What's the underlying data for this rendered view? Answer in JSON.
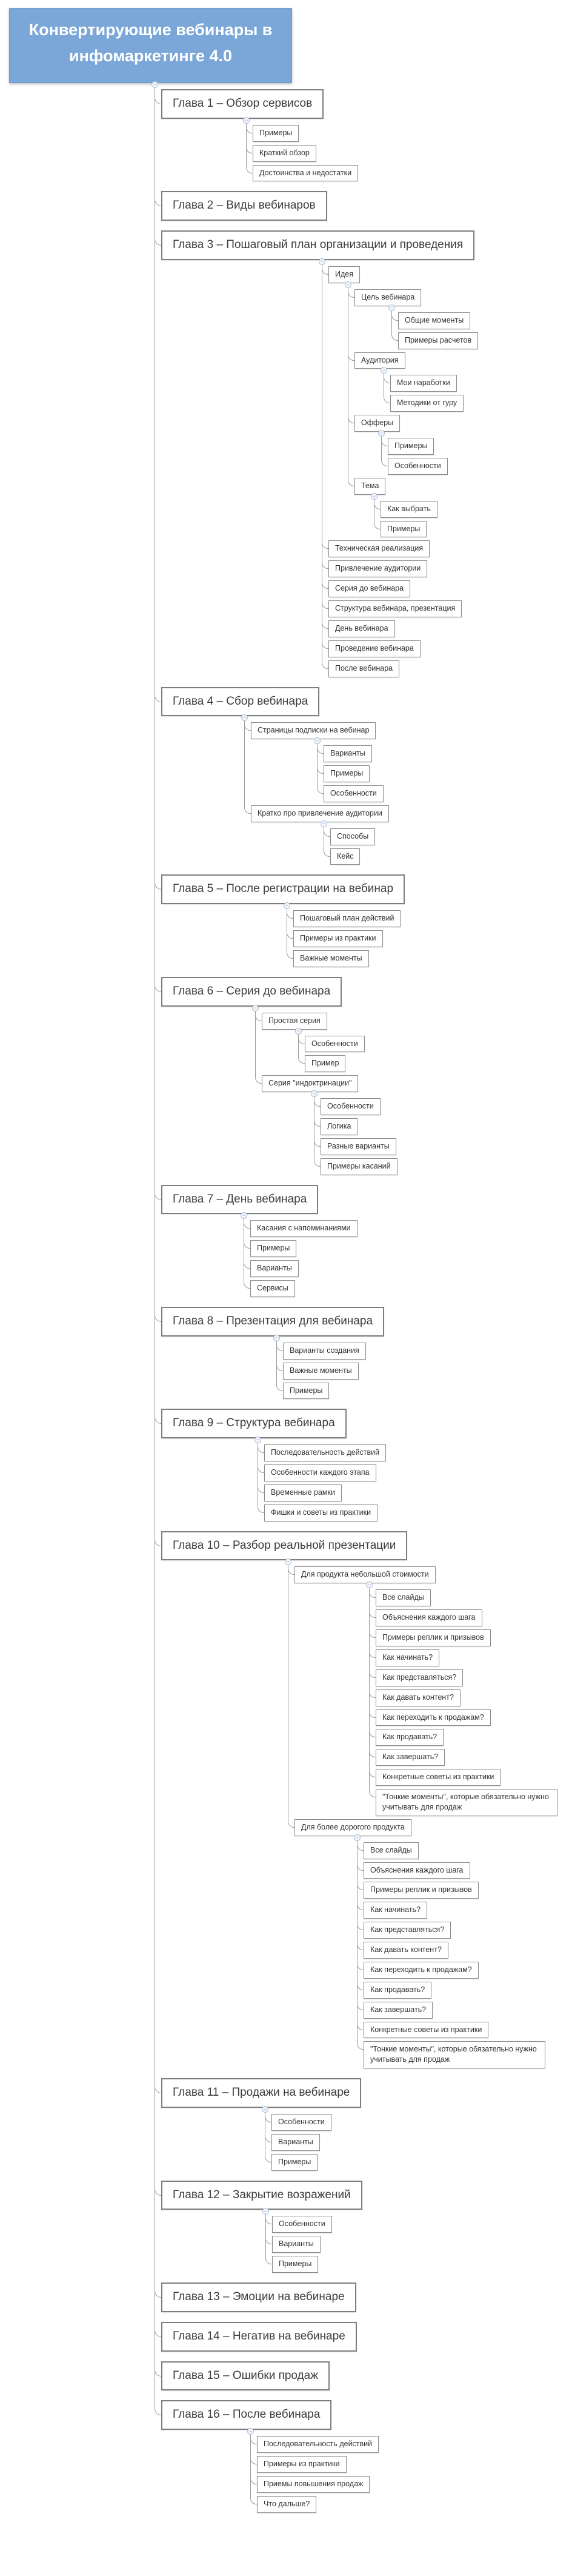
{
  "icons": {
    "minus_glyph": "−"
  },
  "colors": {
    "root_bg": "#7aa6d8",
    "root_text": "#ffffff",
    "box_border": "#858585",
    "connector": "#9b9b9b",
    "canvas_bg": "#ffffff"
  },
  "tree": {
    "label": "Конвертирующие вебинары в инфомаркетинге 4.0",
    "children": [
      {
        "label": "Глава 1 – Обзор сервисов",
        "children": [
          {
            "label": "Примеры"
          },
          {
            "label": "Краткий обзор"
          },
          {
            "label": "Достоинства и недостатки"
          }
        ]
      },
      {
        "label": "Глава 2 – Виды вебинаров"
      },
      {
        "label": "Глава 3 – Пошаговый план организации и проведения",
        "children": [
          {
            "label": "Идея",
            "children": [
              {
                "label": "Цель вебинара",
                "children": [
                  {
                    "label": "Общие моменты"
                  },
                  {
                    "label": "Примеры расчетов"
                  }
                ]
              },
              {
                "label": "Аудитория",
                "children": [
                  {
                    "label": "Мои наработки"
                  },
                  {
                    "label": "Методики от гуру"
                  }
                ]
              },
              {
                "label": "Офферы",
                "children": [
                  {
                    "label": "Примеры"
                  },
                  {
                    "label": "Особенности"
                  }
                ]
              },
              {
                "label": "Тема",
                "children": [
                  {
                    "label": "Как выбрать"
                  },
                  {
                    "label": "Примеры"
                  }
                ]
              }
            ]
          },
          {
            "label": "Техническая реализация"
          },
          {
            "label": "Привлечение аудитории"
          },
          {
            "label": "Серия до вебинара"
          },
          {
            "label": "Структура вебинара, презентация"
          },
          {
            "label": "День вебинара"
          },
          {
            "label": "Проведение вебинара"
          },
          {
            "label": "После вебинара"
          }
        ]
      },
      {
        "label": "Глава 4 – Сбор вебинара",
        "children": [
          {
            "label": "Страницы подписки на вебинар",
            "children": [
              {
                "label": "Варианты"
              },
              {
                "label": "Примеры"
              },
              {
                "label": "Особенности"
              }
            ]
          },
          {
            "label": "Кратко про привлечение аудитории",
            "children": [
              {
                "label": "Способы"
              },
              {
                "label": "Кейс"
              }
            ]
          }
        ]
      },
      {
        "label": "Глава 5 – После регистрации на вебинар",
        "children": [
          {
            "label": "Пошаговый план действий"
          },
          {
            "label": "Примеры из практики"
          },
          {
            "label": "Важные моменты"
          }
        ]
      },
      {
        "label": "Глава 6 – Серия до вебинара",
        "children": [
          {
            "label": "Простая серия",
            "children": [
              {
                "label": "Особенности"
              },
              {
                "label": "Пример"
              }
            ]
          },
          {
            "label": "Серия \"индоктринации\"",
            "children": [
              {
                "label": "Особенности"
              },
              {
                "label": "Логика"
              },
              {
                "label": "Разные варианты"
              },
              {
                "label": "Примеры касаний"
              }
            ]
          }
        ]
      },
      {
        "label": "Глава 7 – День вебинара",
        "children": [
          {
            "label": "Касания с напоминаниями"
          },
          {
            "label": "Примеры"
          },
          {
            "label": "Варианты"
          },
          {
            "label": "Сервисы"
          }
        ]
      },
      {
        "label": "Глава 8 – Презентация для вебинара",
        "children": [
          {
            "label": "Варианты создания"
          },
          {
            "label": "Важные моменты"
          },
          {
            "label": "Примеры"
          }
        ]
      },
      {
        "label": "Глава 9 – Структура вебинара",
        "children": [
          {
            "label": "Последовательность действий"
          },
          {
            "label": "Особенности каждого этапа"
          },
          {
            "label": "Временные рамки"
          },
          {
            "label": "Фишки и советы из практики"
          }
        ]
      },
      {
        "label": "Глава 10 – Разбор реальной презентации",
        "children": [
          {
            "label": "Для продукта небольшой стоимости",
            "children": [
              {
                "label": "Все слайды"
              },
              {
                "label": "Объяснения каждого шага"
              },
              {
                "label": "Примеры реплик и призывов"
              },
              {
                "label": "Как начинать?"
              },
              {
                "label": "Как представляться?"
              },
              {
                "label": "Как давать контент?"
              },
              {
                "label": "Как переходить к продажам?"
              },
              {
                "label": "Как продавать?"
              },
              {
                "label": "Как завершать?"
              },
              {
                "label": "Конкретные советы из практики"
              },
              {
                "label": "\"Тонкие моменты\", которые обязательно нужно учитывать для продаж"
              }
            ]
          },
          {
            "label": "Для более дорогого продукта",
            "children": [
              {
                "label": "Все слайды"
              },
              {
                "label": "Объяснения каждого шага"
              },
              {
                "label": "Примеры реплик и призывов"
              },
              {
                "label": "Как начинать?"
              },
              {
                "label": "Как представляться?"
              },
              {
                "label": "Как давать контент?"
              },
              {
                "label": "Как переходить к продажам?"
              },
              {
                "label": "Как продавать?"
              },
              {
                "label": "Как завершать?"
              },
              {
                "label": "Конкретные советы из практики"
              },
              {
                "label": "\"Тонкие моменты\", которые обязательно нужно учитывать для продаж"
              }
            ]
          }
        ]
      },
      {
        "label": "Глава 11 – Продажи на вебинаре",
        "children": [
          {
            "label": "Особенности"
          },
          {
            "label": "Варианты"
          },
          {
            "label": "Примеры"
          }
        ]
      },
      {
        "label": "Глава 12 – Закрытие возражений",
        "children": [
          {
            "label": "Особенности"
          },
          {
            "label": "Варианты"
          },
          {
            "label": "Примеры"
          }
        ]
      },
      {
        "label": "Глава 13 – Эмоции на вебинаре"
      },
      {
        "label": "Глава 14 – Негатив на вебинаре"
      },
      {
        "label": "Глава 15 – Ошибки продаж"
      },
      {
        "label": "Глава 16 – После вебинара",
        "children": [
          {
            "label": "Последовательность действий"
          },
          {
            "label": "Примеры из практики"
          },
          {
            "label": "Приемы повышения продаж"
          },
          {
            "label": "Что дальше?"
          }
        ]
      }
    ]
  }
}
